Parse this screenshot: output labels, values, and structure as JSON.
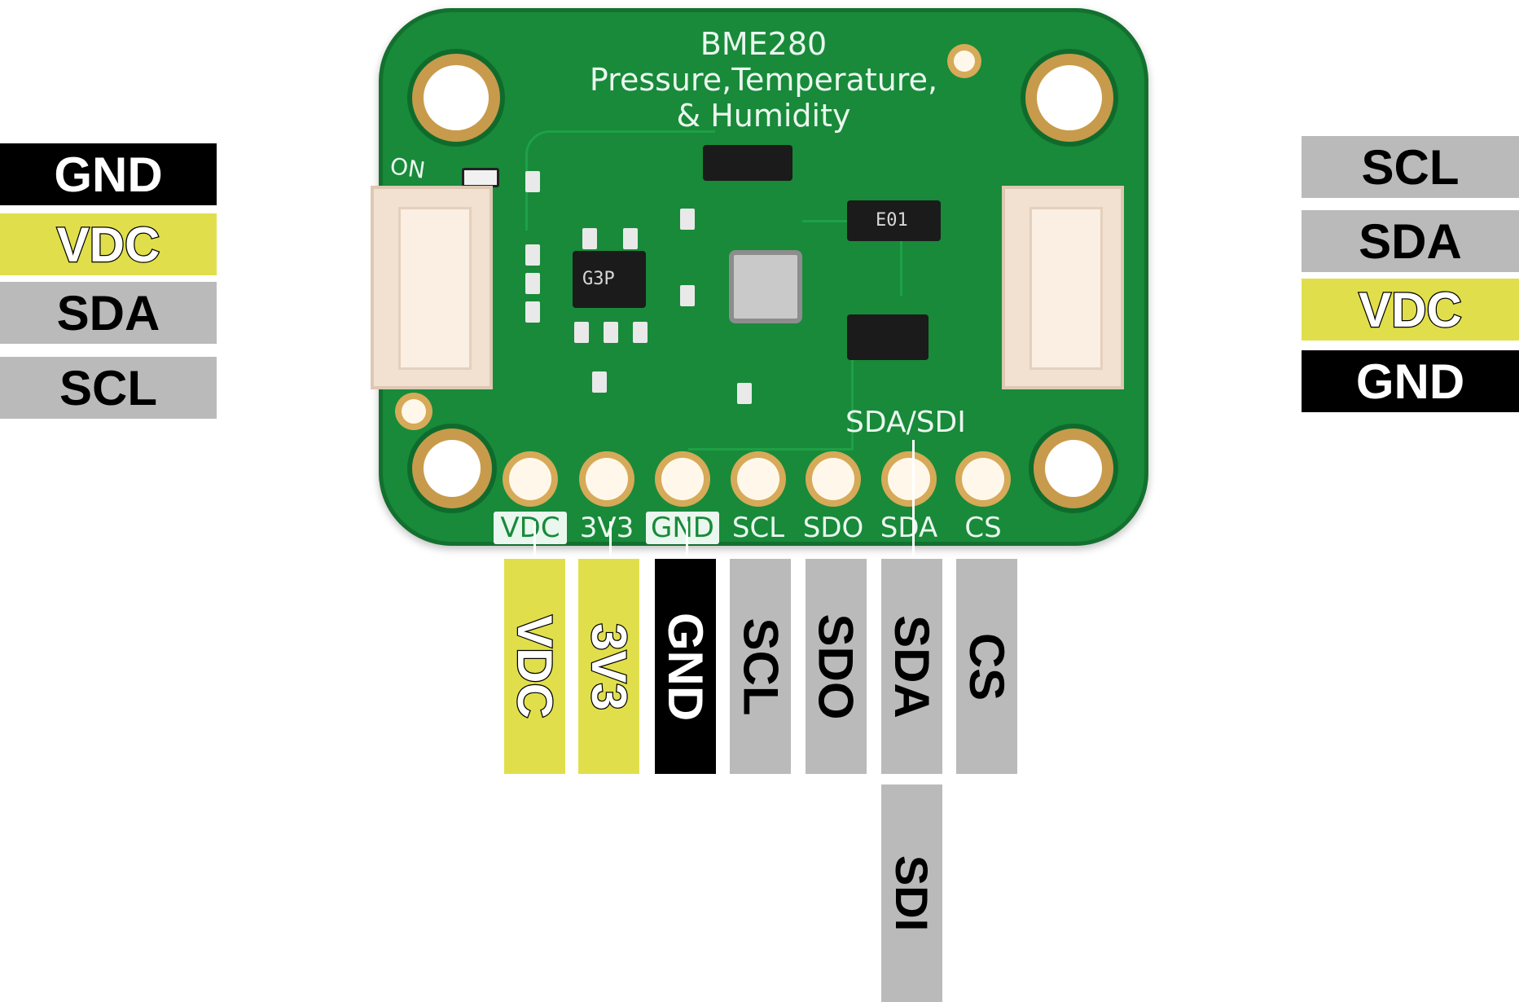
{
  "board": {
    "title_lines": [
      "BME280",
      "Pressure,Temperature,",
      "& Humidity"
    ],
    "on_label": "ON",
    "sda_sdi_label": "SDA/SDI",
    "chip_label_left": "G3P",
    "chip_label_right": "E01",
    "pins": [
      "VDC",
      "3V3",
      "GND",
      "SCL",
      "SDO",
      "SDA",
      "CS"
    ]
  },
  "left_connector_labels": [
    {
      "text": "GND",
      "color": "black"
    },
    {
      "text": "VDC",
      "color": "yellow"
    },
    {
      "text": "SDA",
      "color": "gray"
    },
    {
      "text": "SCL",
      "color": "gray"
    }
  ],
  "right_connector_labels": [
    {
      "text": "SCL",
      "color": "gray"
    },
    {
      "text": "SDA",
      "color": "gray"
    },
    {
      "text": "VDC",
      "color": "yellow"
    },
    {
      "text": "GND",
      "color": "black"
    }
  ],
  "header_pin_labels": [
    {
      "text": "VDC",
      "color": "yellow"
    },
    {
      "text": "3V3",
      "color": "yellow"
    },
    {
      "text": "GND",
      "color": "black"
    },
    {
      "text": "SCL",
      "color": "gray"
    },
    {
      "text": "SDO",
      "color": "gray"
    },
    {
      "text": "SDA",
      "color": "gray"
    },
    {
      "text": "CS",
      "color": "gray"
    }
  ],
  "alt_label": {
    "text": "SDI",
    "color": "gray"
  },
  "colors": {
    "black": "#000000",
    "gray": "#bababa",
    "yellow": "#e0df4b",
    "board_green": "#188a3a"
  }
}
